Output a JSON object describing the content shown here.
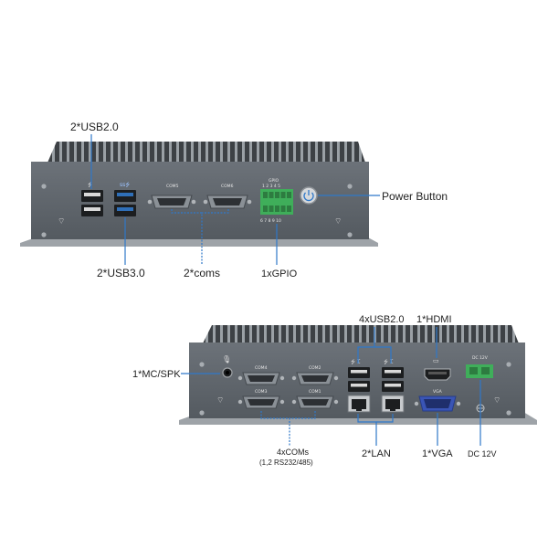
{
  "top_device": {
    "labels": {
      "usb2": "2*USB2.0",
      "usb3": "2*USB3.0",
      "coms": "2*coms",
      "gpio": "1xGPIO",
      "power": "Power Button"
    },
    "port_text": {
      "com5": "COM5",
      "com6": "COM6",
      "gpio_title": "GPIO",
      "gpio_pins_top": "1 2 3 4 5",
      "gpio_pins_bottom": "6 7 8 9 10"
    }
  },
  "bottom_device": {
    "labels": {
      "usb2": "4xUSB2.0",
      "hdmi": "1*HDMI",
      "mic": "1*MC/SPK",
      "coms": "4xCOMs",
      "coms_sub": "(1,2 RS232/485)",
      "lan": "2*LAN",
      "vga": "1*VGA",
      "dc": "DC 12V"
    },
    "port_text": {
      "com1": "COM1",
      "com2": "COM2",
      "com3": "COM3",
      "com4": "COM4",
      "vga": "VGA",
      "dc": "DC 12V"
    }
  },
  "colors": {
    "chassis": "#5f656c",
    "fins": "#3f4347",
    "usb3_blue": "#2f6fb8",
    "gpio_green": "#3fae5a",
    "vga_blue": "#3a55b5",
    "callout": "#2f78c9"
  },
  "icons": [
    "usb-icon",
    "power-icon",
    "wifi-antenna-icon",
    "lan-icon",
    "hdmi-icon",
    "audio-jack-icon",
    "ground-icon"
  ]
}
